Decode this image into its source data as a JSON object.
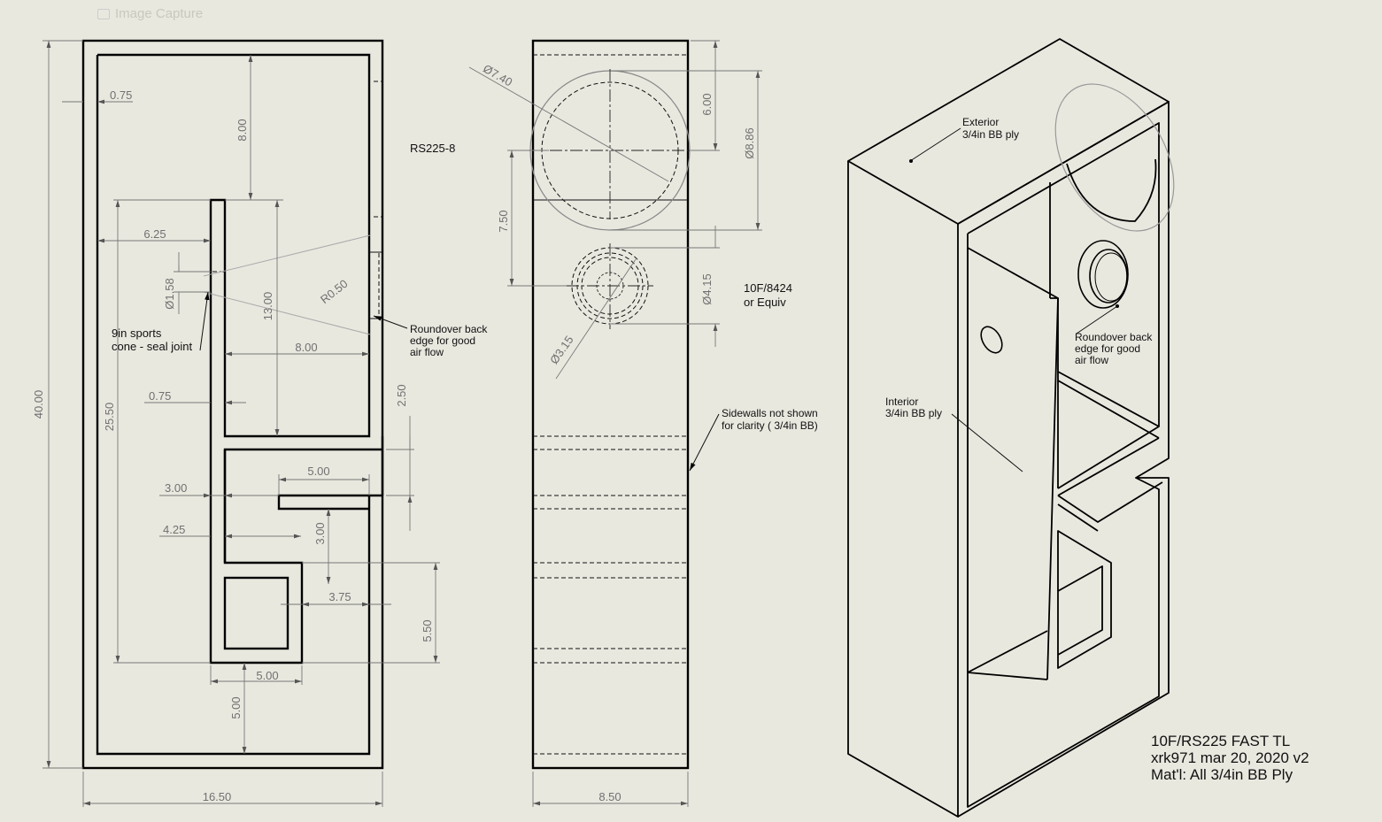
{
  "window": {
    "ghost_caption": "Image Capture"
  },
  "front_view": {
    "overall_height": "40.00",
    "overall_width": "16.50",
    "wall_thickness_top": "0.75",
    "top_gap": "8.00",
    "baffle_offset": "6.25",
    "port_diameter": "Ø1.58",
    "baffle_height": "13.00",
    "line_25_50": "25.50",
    "roundover_radius": "R0.50",
    "driver_label": "RS225-8",
    "sports_cone_note": [
      "9in sports",
      "cone - seal joint"
    ],
    "roundover_note": [
      "Roundover back",
      "edge for good",
      "air flow"
    ],
    "width_8_00": "8.00",
    "wall_thickness_mid": "0.75",
    "gap_2_50": "2.50",
    "shelf_5_00": "5.00",
    "offset_3_00": "3.00",
    "offset_4_25": "4.25",
    "rise_3_00": "3.00",
    "box_3_75": "3.75",
    "box_5_50": "5.50",
    "box_width_5_00": "5.00",
    "bottom_5_00": "5.00"
  },
  "side_view": {
    "large_circle_dia": "Ø7.40",
    "top_6_00": "6.00",
    "driver_8_86": "Ø8.86",
    "spacing_7_50": "7.50",
    "tweeter_4_15": "Ø4.15",
    "tweeter_3_15": "Ø3.15",
    "width_8_50": "8.50",
    "tweeter_label": [
      "10F/8424",
      "or Equiv"
    ],
    "sidewalls_note": [
      "Sidewalls not shown",
      "for clarity   ( 3/4in BB)"
    ]
  },
  "iso_view": {
    "exterior_note": [
      "Exterior",
      "3/4in BB ply"
    ],
    "interior_note": [
      "Interior",
      "3/4in BB ply"
    ],
    "roundover_note": [
      "Roundover back",
      "edge for good",
      "air flow"
    ]
  },
  "title_block": {
    "line1": "10F/RS225 FAST TL",
    "line2": "xrk971  mar 20, 2020 v2",
    "line3": "Mat'l: All 3/4in BB Ply"
  }
}
